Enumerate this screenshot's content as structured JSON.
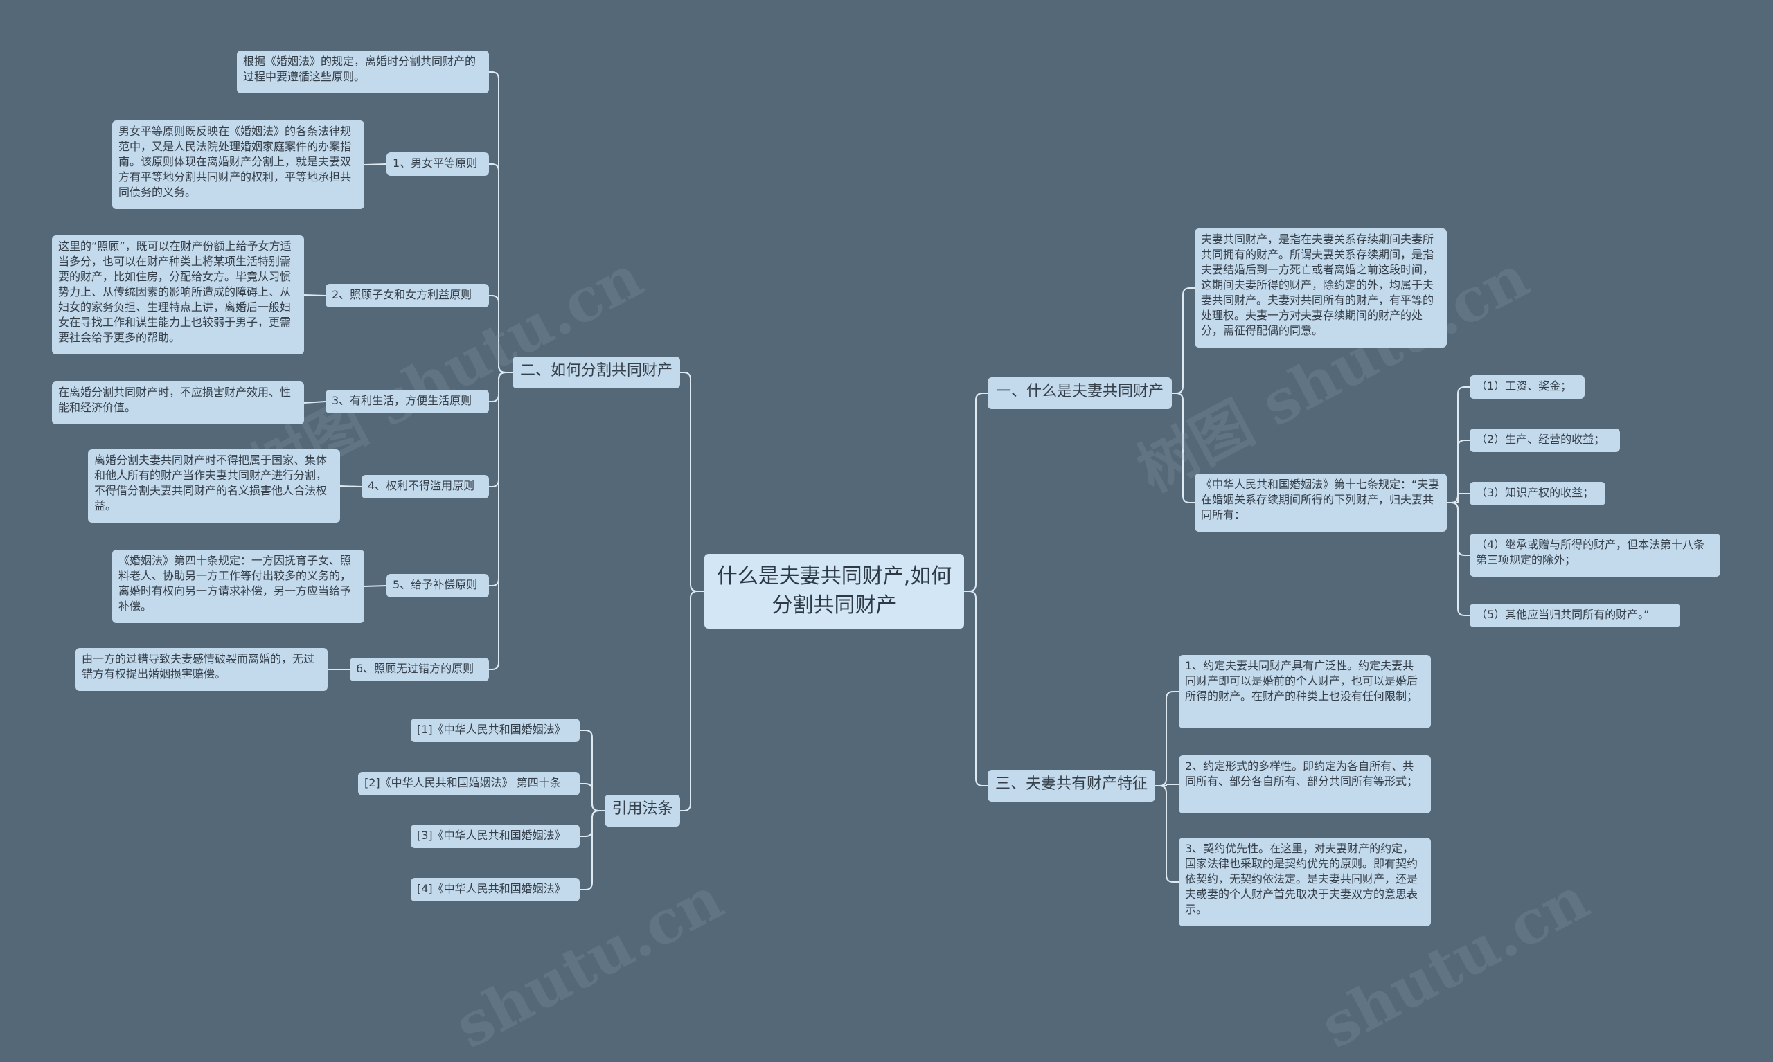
{
  "root": {
    "title": "什么是夫妻共同财产,如何分割共同财产"
  },
  "left": {
    "division": {
      "label": "二、如何分割共同财产",
      "intro": "根据《婚姻法》的规定，离婚时分割共同财产的过程中要遵循这些原则。",
      "principles": [
        {
          "label": "1、男女平等原则",
          "note": "男女平等原则既反映在《婚姻法》的各条法律规范中，又是人民法院处理婚姻家庭案件的办案指南。该原则体现在离婚财产分割上，就是夫妻双方有平等地分割共同财产的权利，平等地承担共同债务的义务。"
        },
        {
          "label": "2、照顾子女和女方利益原则",
          "note": "这里的“照顾”，既可以在财产份额上给予女方适当多分，也可以在财产种类上将某项生活特别需要的财产，比如住房，分配给女方。毕竟从习惯势力上、从传统因素的影响所造成的障碍上、从妇女的家务负担、生理特点上讲，离婚后一般妇女在寻找工作和谋生能力上也较弱于男子，更需要社会给予更多的帮助。"
        },
        {
          "label": "3、有利生活，方便生活原则",
          "note": "在离婚分割共同财产时，不应损害财产效用、性能和经济价值。"
        },
        {
          "label": "4、权利不得滥用原则",
          "note": "离婚分割夫妻共同财产时不得把属于国家、集体和他人所有的财产当作夫妻共同财产进行分割，不得借分割夫妻共同财产的名义损害他人合法权益。"
        },
        {
          "label": "5、给予补偿原则",
          "note": "《婚姻法》第四十条规定：一方因抚育子女、照料老人、协助另一方工作等付出较多的义务的，离婚时有权向另一方请求补偿，另一方应当给予补偿。"
        },
        {
          "label": "6、照顾无过错方的原则",
          "note": "由一方的过错导致夫妻感情破裂而离婚的，无过错方有权提出婚姻损害赔偿。"
        }
      ]
    },
    "citations": {
      "label": "引用法条",
      "items": [
        "[1]《中华人民共和国婚姻法》",
        "[2]《中华人民共和国婚姻法》 第四十条",
        "[3]《中华人民共和国婚姻法》",
        "[4]《中华人民共和国婚姻法》"
      ]
    }
  },
  "right": {
    "definition": {
      "label": "一、什么是夫妻共同财产",
      "text": "夫妻共同财产，是指在夫妻关系存续期间夫妻所共同拥有的财产。所谓夫妻关系存续期间，是指夫妻结婚后到一方死亡或者离婚之前这段时间，这期间夫妻所得的财产，除约定的外，均属于夫妻共同财产。夫妻对共同所有的财产，有平等的处理权。夫妻一方对夫妻存续期间的财产的处分，需征得配偶的同意。",
      "law": "《中华人民共和国婚姻法》第十七条规定：“夫妻在婚姻关系存续期间所得的下列财产，归夫妻共同所有：",
      "items": [
        "（1）工资、奖金；",
        "（2）生产、经营的收益；",
        "（3）知识产权的收益；",
        "（4）继承或赠与所得的财产，但本法第十八条第三项规定的除外；",
        "（5）其他应当归共同所有的财产。”"
      ]
    },
    "features": {
      "label": "三、夫妻共有财产特征",
      "items": [
        "1、约定夫妻共同财产具有广泛性。约定夫妻共同财产即可以是婚前的个人财产，也可以是婚后所得的财产。在财产的种类上也没有任何限制；",
        "2、约定形式的多样性。即约定为各自所有、共同所有、部分各自所有、部分共同所有等形式；",
        "3、契约优先性。在这里，对夫妻财产的约定，国家法律也采取的是契约优先的原则。即有契约依契约，无契约依法定。是夫妻共同财产，还是夫或妻的个人财产首先取决于夫妻双方的意思表示。"
      ]
    }
  },
  "watermarks": [
    "树图 shutu.cn",
    "树图 shutu.cn",
    "shutu.cn",
    "shutu.cn"
  ],
  "colors": {
    "background": "#546878",
    "node": "#c3d9ec",
    "root": "#d3e6f5",
    "line": "#dfe9f1"
  }
}
